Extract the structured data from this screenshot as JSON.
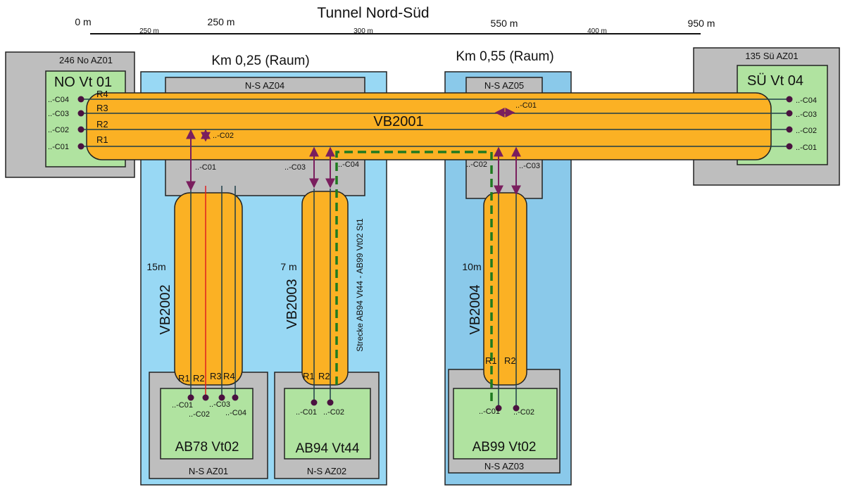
{
  "title": "Tunnel Nord-Süd",
  "scale": {
    "marks": [
      "0 m",
      "250 m",
      "550 m",
      "950 m"
    ],
    "segments": [
      "250 m",
      "300 m",
      "400 m"
    ]
  },
  "rooms": {
    "km025": "Km 0,25 (Raum)",
    "km055": "Km 0,55 (Raum)"
  },
  "areas": {
    "no": "246 No AZ01",
    "su": "135 Sü AZ01",
    "ns04": "N-S AZ04",
    "ns05": "N-S AZ05",
    "ns01": "N-S AZ01",
    "ns02": "N-S AZ02",
    "ns03": "N-S AZ03"
  },
  "devices": {
    "no_vt01": "NO Vt 01",
    "su_vt04": "SÜ Vt 04",
    "ab78": "AB78 Vt02",
    "ab94": "AB94 Vt44",
    "ab99": "AB99 Vt02"
  },
  "ducts": {
    "vb2001": "VB2001",
    "vb2002": "VB2002",
    "vb2003": "VB2003",
    "vb2004": "VB2004",
    "len_vb2002": "15m",
    "len_vb2003": "7 m",
    "len_vb2004": "10m"
  },
  "route_label": "Strecke AB94 Vt44 - AB99 Vt02 St1",
  "rows": {
    "r1": "R1",
    "r2": "R2",
    "r3": "R3",
    "r4": "R4"
  },
  "ports": {
    "c01": "..-C01",
    "c02": "..-C02",
    "c03": "..-C03",
    "c04": "..-C04"
  },
  "colors": {
    "duct": "#fbb124",
    "room": "#98d8f4",
    "room_dark": "#8ac9ea",
    "area": "#bebebe",
    "device": "#b0e3a0",
    "arrow": "#7a1e5e",
    "route": "#1f7a1f",
    "cable_red": "#e02020",
    "cable": "#1e3e48"
  }
}
